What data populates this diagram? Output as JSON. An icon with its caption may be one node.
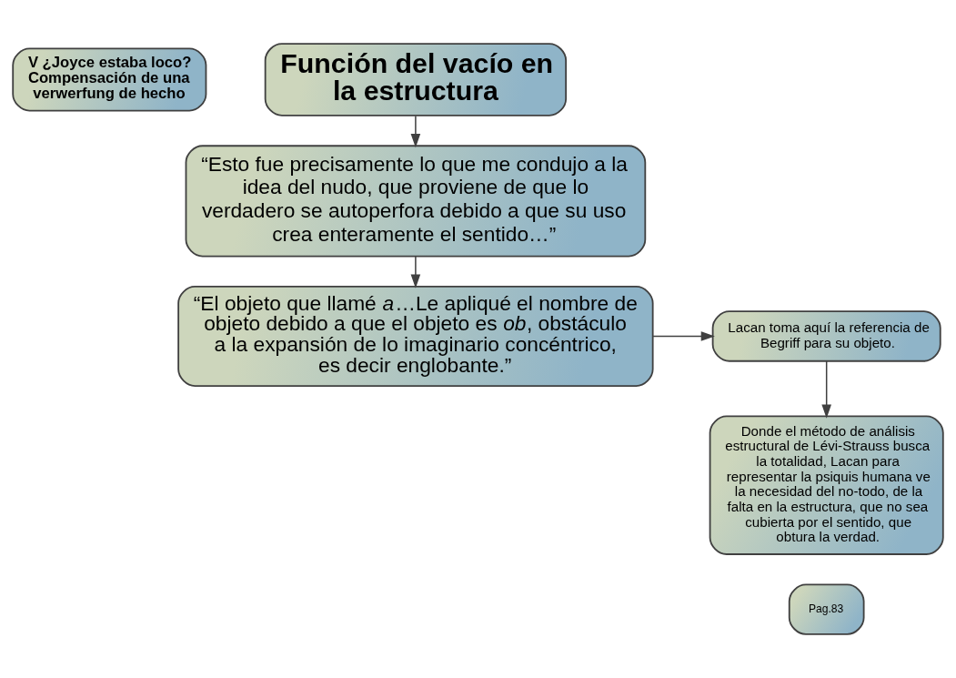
{
  "diagram": {
    "nodes": [
      {
        "text": [
          "V ¿Joyce estaba loco? Compensación de una verwerfung de hecho"
        ]
      },
      {
        "text": [
          "Función del vacío en la estructura"
        ]
      },
      {
        "text": [
          "“Esto fue precisamente lo que me condujo a la idea del nudo, que proviene de que lo verdadero se autoperfora debido a que su uso crea enteramente el sentido…”"
        ]
      },
      {
        "text": [
          "“El objeto que llamé *a*…Le apliqué el nombre de objeto debido a que el objeto es *ob*, obstáculo a la expansión de lo imaginario concéntrico, es decir englobante.”"
        ]
      },
      {
        "text": [
          "Lacan toma aquí la referencia de Begriff para su objeto."
        ]
      },
      {
        "text": [
          "Donde el método de análisis estructural de Lévi-Strauss busca la totalidad, Lacan para representar la psiquis humana ve la necesidad del no-todo, de la falta en la estructura, que no sea cubierta por el sentido, que obtura la verdad."
        ]
      },
      {
        "text": [
          "Pag.83"
        ]
      }
    ],
    "edges": [
      {
        "from": 1,
        "to": 2,
        "arrow": "to"
      },
      {
        "from": 2,
        "to": 3,
        "arrow": "to"
      },
      {
        "from": 3,
        "to": 4,
        "arrow": "to"
      },
      {
        "from": 4,
        "to": 5,
        "arrow": "to"
      }
    ]
  }
}
